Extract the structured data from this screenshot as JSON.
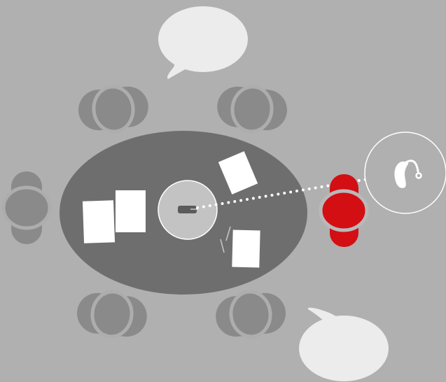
{
  "colors": {
    "background": "#b0b0b0",
    "table": "#6e6e6e",
    "chair": "#8a8a8a",
    "person_outline": "#adadad",
    "speech_bubble": "#ececec",
    "paper": "#ffffff",
    "microphone_disc": "#c3c3c3",
    "microphone_device": "#5b5b5b",
    "hearing_aid_user": "#d30f14",
    "hearing_aid_user_outline": "#b9b9b9",
    "signal_link": "#ffffff",
    "hearing_aid_icon": "#ffffff"
  },
  "icons": {
    "microphone": "table-microphone-icon",
    "hearing_aid": "hearing-aid-icon"
  },
  "scene": {
    "seated_people": 6,
    "papers_on_table": 4,
    "speech_bubbles": 2,
    "highlighted_person": "hearing-aid-user"
  }
}
